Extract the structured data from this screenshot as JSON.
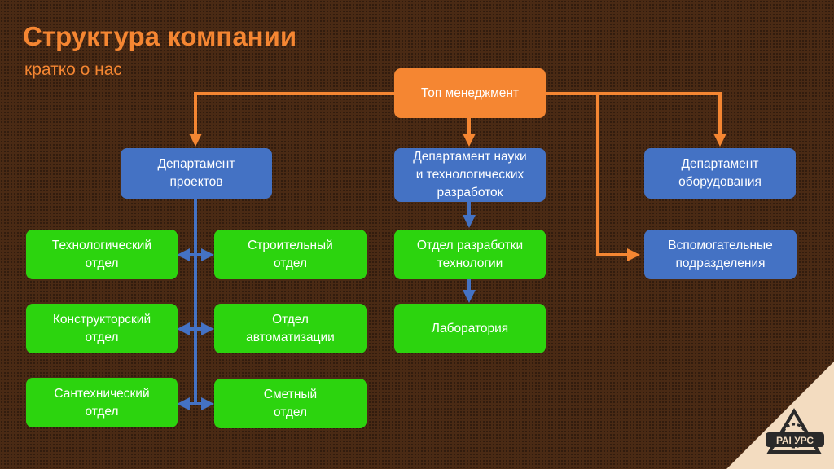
{
  "header": {
    "title": "Структура компании",
    "subtitle": "кратко о нас"
  },
  "nodes": {
    "top": "Топ менеджмент",
    "dept_projects": "Департамент\nпроектов",
    "dept_science": "Департамент науки\nи технологических\nразработок",
    "dept_equipment": "Департамент\nоборудования",
    "tech_dept": "Технологический\nотдел",
    "construct_dept": "Строительный\nотдел",
    "design_dept": "Конструкторский\nотдел",
    "automation_dept": "Отдел\nавтоматизации",
    "plumbing_dept": "Сантехнический\nотдел",
    "estimate_dept": "Сметный\nотдел",
    "tech_dev_dept": "Отдел разработки\nтехнологии",
    "laboratory": "Лаборатория",
    "auxiliary": "Вспомогательные\nподразделения"
  },
  "logo": {
    "text": "РАІ УРС"
  },
  "colors": {
    "background": "#4a2a14",
    "accent": "#f58632",
    "blue_box": "#4472c4",
    "green_box": "#2cd40e",
    "orange_connector": "#f58632",
    "blue_connector": "#4472c4"
  }
}
